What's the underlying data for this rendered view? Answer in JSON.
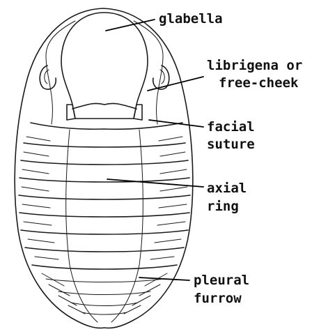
{
  "labels": {
    "glabella": "glabella",
    "librigena_line1": "librigena or",
    "librigena_line2": "free-cheek",
    "facial_line1": "facial",
    "facial_line2": "suture",
    "axial_line1": "axial",
    "axial_line2": "ring",
    "pleural_line1": "pleural",
    "pleural_line2": "furrow"
  },
  "colors": {
    "ink": "#1a1a1a",
    "background": "#ffffff"
  }
}
